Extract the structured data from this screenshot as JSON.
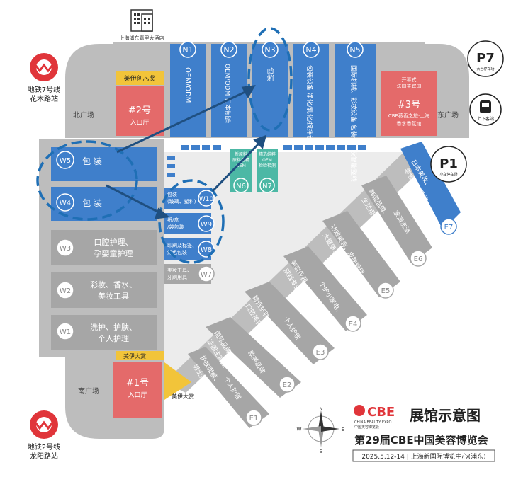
{
  "hotel": "上海浦东嘉里大酒店",
  "metro_top": {
    "line": "地铁7号线",
    "station": "花木路站"
  },
  "metro_bottom": {
    "line": "地铁2号线",
    "station": "龙阳路站"
  },
  "plazas": {
    "north": "北广场",
    "east": "东广场",
    "south": "南广场"
  },
  "entrances": {
    "e2": {
      "num": "#2号",
      "label": "入口厅"
    },
    "e3": {
      "num": "#3号",
      "label": "入口厅"
    },
    "e1": {
      "num": "#1号",
      "label": "入口厅"
    }
  },
  "awards": {
    "meiyi_innovation": "美伊创芯奖",
    "meiyi_award_a": "美伊大赏",
    "meiyi_award_b": "美伊大赏"
  },
  "shanghai_museum": {
    "line1": "开幕式",
    "line2": "法国主宾国",
    "line3": "CBE薇香之旅·上海",
    "line4": "香水香氛馆"
  },
  "parking": {
    "p7": {
      "code": "P7",
      "label": "大巴停车场"
    },
    "p1": {
      "code": "P1",
      "label": "小车停车场"
    },
    "bus": {
      "label": "上下客站"
    }
  },
  "north_halls": [
    {
      "id": "N1",
      "text": "OEM/ODM"
    },
    {
      "id": "N2",
      "text": "OEM/ODM 日本制造"
    },
    {
      "id": "N3",
      "text": "包装"
    },
    {
      "id": "N4",
      "text": "包装设备 净化/乳化/搅拌设备"
    },
    {
      "id": "N5",
      "text": "国际机械、彩妆设备 包装设备及智能整线"
    }
  ],
  "center_halls": [
    {
      "id": "N6",
      "line1": "新原料",
      "line2": "原料香精",
      "line3": "OEM"
    },
    {
      "id": "N7",
      "line1": "精选纯粹",
      "line2": "OEM",
      "line3": "检验检测"
    }
  ],
  "west_halls": [
    {
      "id": "W5",
      "text": "包 装"
    },
    {
      "id": "W4",
      "text": "包 装"
    },
    {
      "id": "W3",
      "line1": "口腔护理、",
      "line2": "孕婴童护理"
    },
    {
      "id": "W2",
      "line1": "彩妆、香水、",
      "line2": "美妆工具"
    },
    {
      "id": "W1",
      "line1": "洗护、护肤、",
      "line2": "个人护理"
    }
  ],
  "inner_west": [
    {
      "id": "W10",
      "line1": "包装",
      "line2": "(玻璃、塑料)"
    },
    {
      "id": "W9",
      "line1": "纸/盒",
      "line2": "/袋包装"
    },
    {
      "id": "W8",
      "line1": "印刷及标签、",
      "line2": "绿色包装"
    },
    {
      "id": "W7",
      "line1": "美妆工具、",
      "line2": "牙刷用具"
    }
  ],
  "east_halls": [
    {
      "id": "E7",
      "line1": "日本美妆、",
      "line2": "零售自有品牌"
    },
    {
      "id": "E6",
      "line1": "韩国品牌、",
      "line2": "生活用纸",
      "line3": "家清洗涤"
    },
    {
      "id": "E5",
      "line1": "功效美容、皮肤管理、",
      "line2": "大健康、美甲美睫纹绣"
    },
    {
      "id": "E4",
      "line1": "美容仪器、",
      "line2": "院线专业产品",
      "line3": "个护小家电、"
    },
    {
      "id": "E3",
      "line1": "精选护肤、",
      "line2": "口腔美容品",
      "line3": "个人护理"
    },
    {
      "id": "E2",
      "line1": "国际品牌、",
      "line2": "法国主宾国",
      "line3": "欧美品牌"
    },
    {
      "id": "E1",
      "line1": "护肤面膜、",
      "line2": "男士护理",
      "line3": "个人护理"
    }
  ],
  "compass": {
    "n": "N",
    "s": "S",
    "e": "E",
    "w": "W"
  },
  "brand": {
    "logo": "CBE",
    "logo_sub1": "CHINA BEAUTY EXPO",
    "logo_sub2": "中国美容博览会"
  },
  "title": "展馆示意图",
  "subtitle": "第29届CBE中国美容博览会",
  "footer": "2025.5.12-14 | 上海新国际博览中心(浦东)",
  "colors": {
    "hall_blue": "#3f7fcb",
    "grey": "#bdbdbd",
    "teal": "#4cb8a5",
    "entrance_red": "#e46a6a",
    "yellow": "#f2c43a",
    "highlight": "#1f6fb5"
  }
}
